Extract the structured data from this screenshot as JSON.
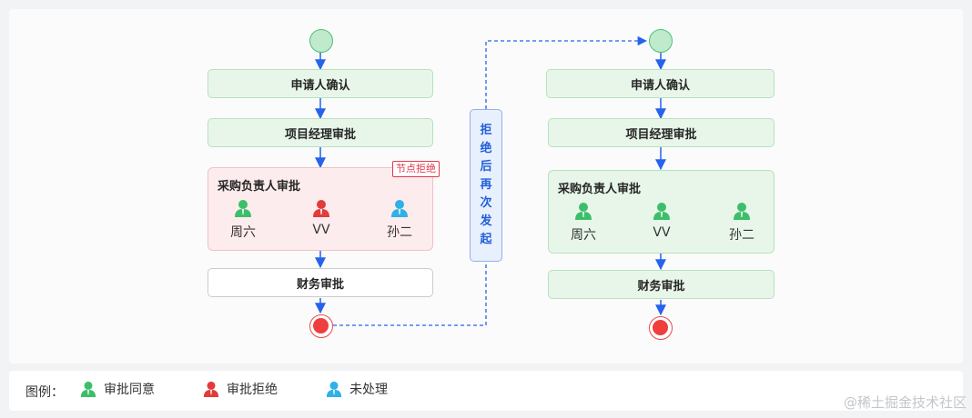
{
  "left_flow": {
    "step1": "申请人确认",
    "step2": "项目经理审批",
    "group_title": "采购负责人审批",
    "reject_tag": "节点拒绝",
    "people": [
      {
        "name": "周六",
        "status": "approved",
        "color": "#3cbf6a"
      },
      {
        "name": "VV",
        "status": "rejected",
        "color": "#e33a3a"
      },
      {
        "name": "孙二",
        "status": "pending",
        "color": "#2fb0e8"
      }
    ],
    "step4": "财务审批"
  },
  "restart_label": [
    "拒",
    "绝",
    "后",
    "再",
    "次",
    "发",
    "起"
  ],
  "right_flow": {
    "step1": "申请人确认",
    "step2": "项目经理审批",
    "group_title": "采购负责人审批",
    "people": [
      {
        "name": "周六",
        "status": "approved",
        "color": "#3cbf6a"
      },
      {
        "name": "VV",
        "status": "approved",
        "color": "#3cbf6a"
      },
      {
        "name": "孙二",
        "status": "approved",
        "color": "#3cbf6a"
      }
    ],
    "step4": "财务审批"
  },
  "legend": {
    "title": "图例：",
    "items": [
      {
        "label": "审批同意",
        "color": "#3cbf6a"
      },
      {
        "label": "审批拒绝",
        "color": "#e33a3a"
      },
      {
        "label": "未处理",
        "color": "#2fb0e8"
      }
    ]
  },
  "watermark": "@稀土掘金技术社区",
  "colors": {
    "edge": "#2563eb",
    "approved": "#3cbf6a",
    "rejected": "#e33a3a",
    "pending": "#2fb0e8"
  }
}
